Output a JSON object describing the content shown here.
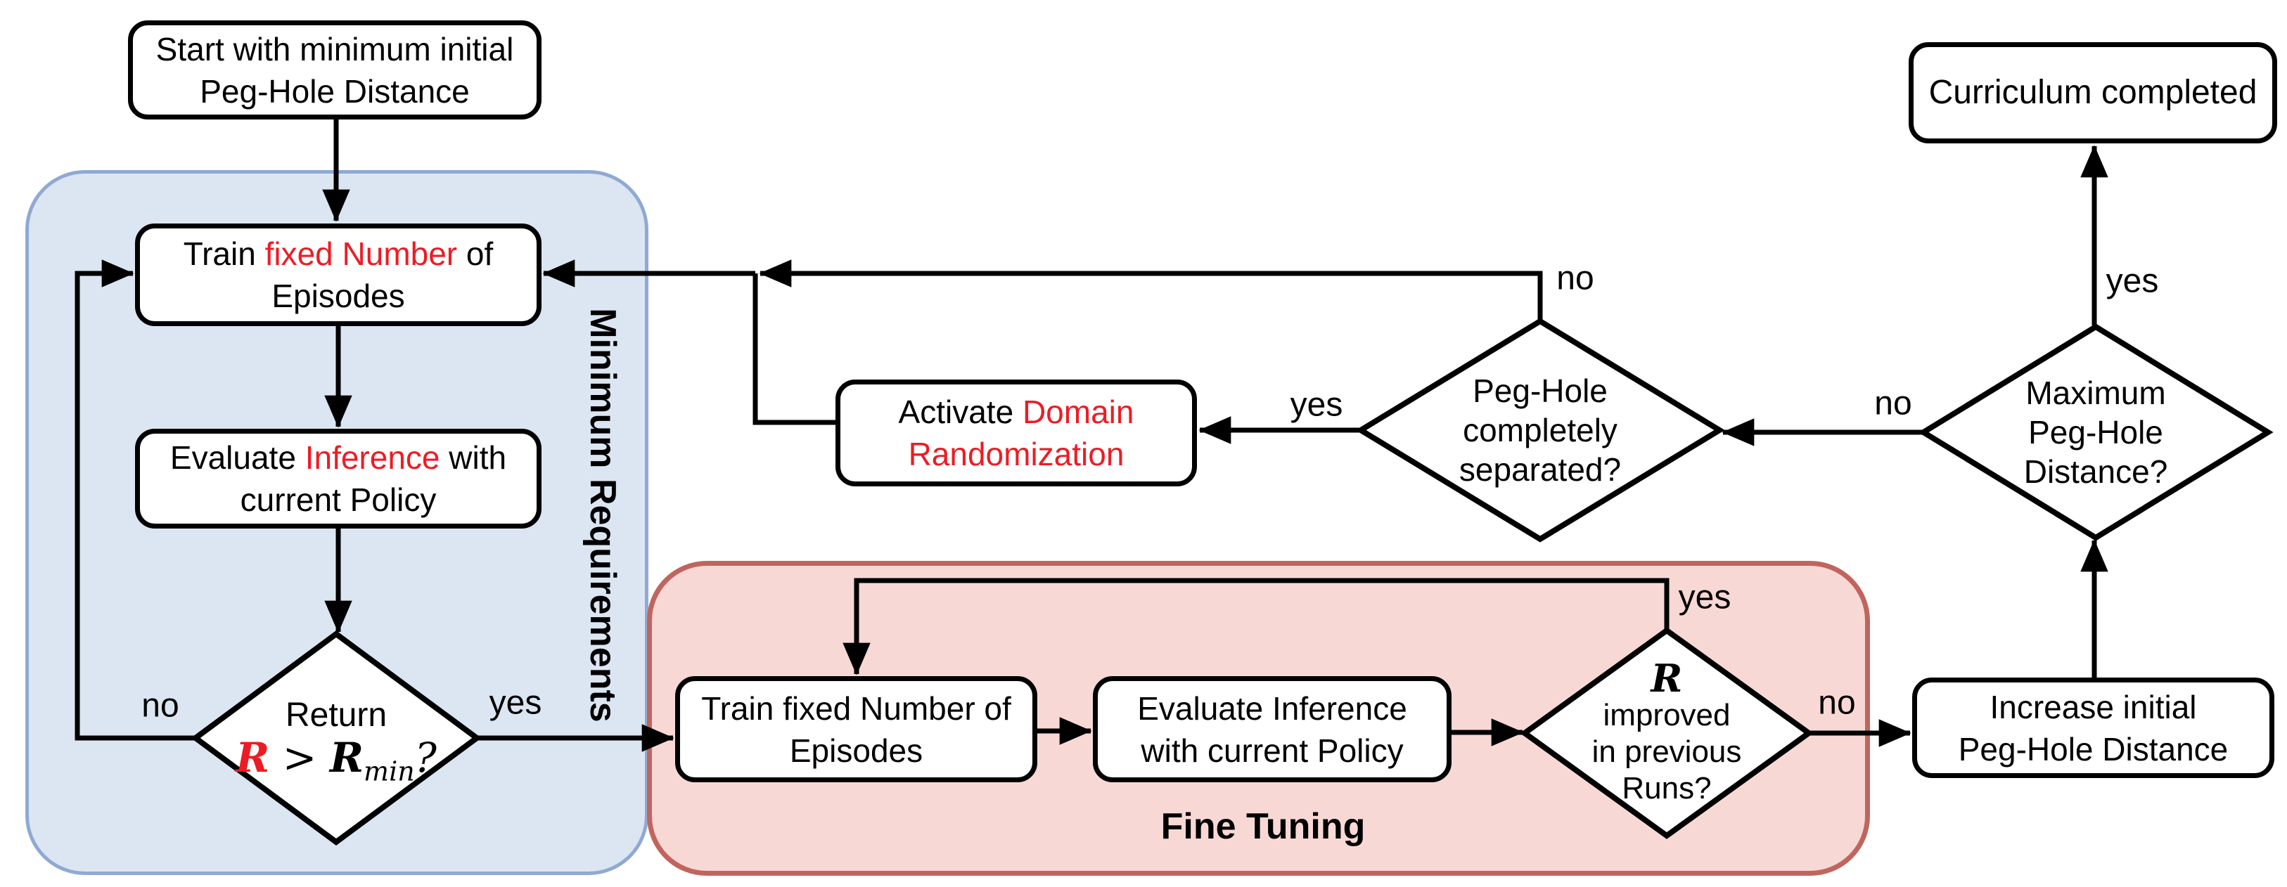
{
  "colors": {
    "red_text": "#ed1c24",
    "line": "#000000",
    "blue_region_fill": "#dce6f2",
    "blue_region_border": "#8fa9d4",
    "red_region_fill": "#f8d8d5",
    "red_region_border": "#c0655e"
  },
  "regions": {
    "minimum_requirements": {
      "title": "Minimum Requirements"
    },
    "fine_tuning": {
      "title": "Fine Tuning"
    }
  },
  "nodes": {
    "start": {
      "line1": "Start with minimum initial",
      "line2": "Peg-Hole Distance"
    },
    "train_min": {
      "seg1": "Train ",
      "seg2": "fixed Number",
      "seg3": " of",
      "line2": "Episodes"
    },
    "evaluate_min": {
      "seg1": "Evaluate ",
      "seg2": "Inference",
      "seg3": " with",
      "line2": "current Policy"
    },
    "return_check": {
      "line1": "Return",
      "r": "R",
      "gt": " > ",
      "r2": "R",
      "sub": "min",
      "q": "?"
    },
    "activate": {
      "seg1": "Activate ",
      "seg2": "Domain",
      "line2": "Randomization"
    },
    "train_ft": {
      "line1": "Train fixed Number of",
      "line2": "Episodes"
    },
    "evaluate_ft": {
      "line1": "Evaluate Inference",
      "line2": "with current Policy"
    },
    "improved_check": {
      "r": "R",
      "line2": "improved",
      "line3": "in previous",
      "line4": "Runs?"
    },
    "separated_check": {
      "line1": "Peg-Hole",
      "line2": "completely",
      "line3": "separated?"
    },
    "maximum_check": {
      "line1": "Maximum",
      "line2": "Peg-Hole",
      "line3": "Distance?"
    },
    "increase": {
      "line1": "Increase initial",
      "line2": "Peg-Hole Distance"
    },
    "curriculum": {
      "line1": "Curriculum completed"
    }
  },
  "edge_labels": {
    "return_no": "no",
    "return_yes": "yes",
    "separated_yes": "yes",
    "separated_no": "no",
    "maximum_no": "no",
    "maximum_yes": "yes",
    "improved_yes": "yes",
    "improved_no": "no"
  }
}
